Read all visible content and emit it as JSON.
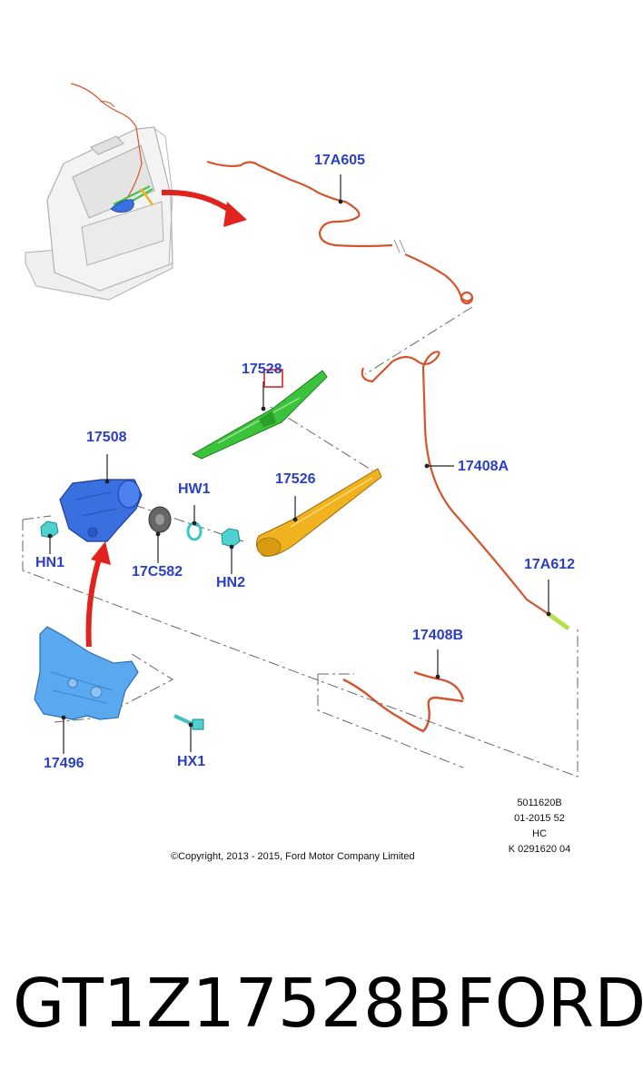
{
  "callouts": {
    "c17A605": "17A605",
    "c17528": "17528",
    "c17508": "17508",
    "c17408A": "17408A",
    "cHW1": "HW1",
    "c17526": "17526",
    "cHN1": "HN1",
    "c17C582": "17C582",
    "cHN2": "HN2",
    "c17A612": "17A612",
    "c17408B": "17408B",
    "c17496": "17496",
    "cHX1": "HX1"
  },
  "meta": {
    "line1": "5011620B",
    "line2": "01-2015 52",
    "line3": "HC",
    "line4": "K 0291620 04"
  },
  "copyright": "©Copyright, 2013 - 2015, Ford Motor Company Limited",
  "footer": {
    "part_number": "GT1Z17528B",
    "brand": "FORD"
  },
  "colors": {
    "callout": "#2b3fc4",
    "harness": "#d4542c",
    "blade": "#3cc33c",
    "arm": "#f0b21e",
    "motor": "#3a6fe0",
    "bracket": "#5aa8ee",
    "arrow": "#e0231c",
    "highlight": "#e0231c"
  }
}
